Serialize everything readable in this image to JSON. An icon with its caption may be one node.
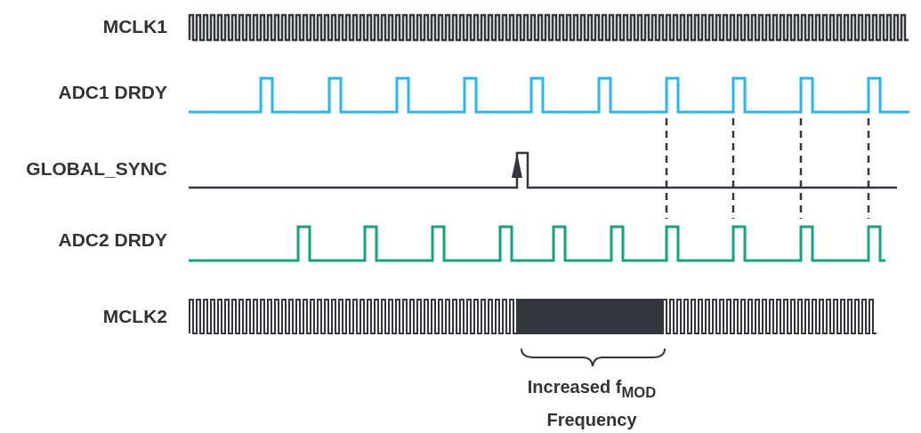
{
  "diagram": {
    "labels": [
      "MCLK1",
      "ADC1 DRDY",
      "GLOBAL_SYNC",
      "ADC2 DRDY",
      "MCLK2",
      "Increased f$_{MOD}$ Frequency"
    ]
  }
}
